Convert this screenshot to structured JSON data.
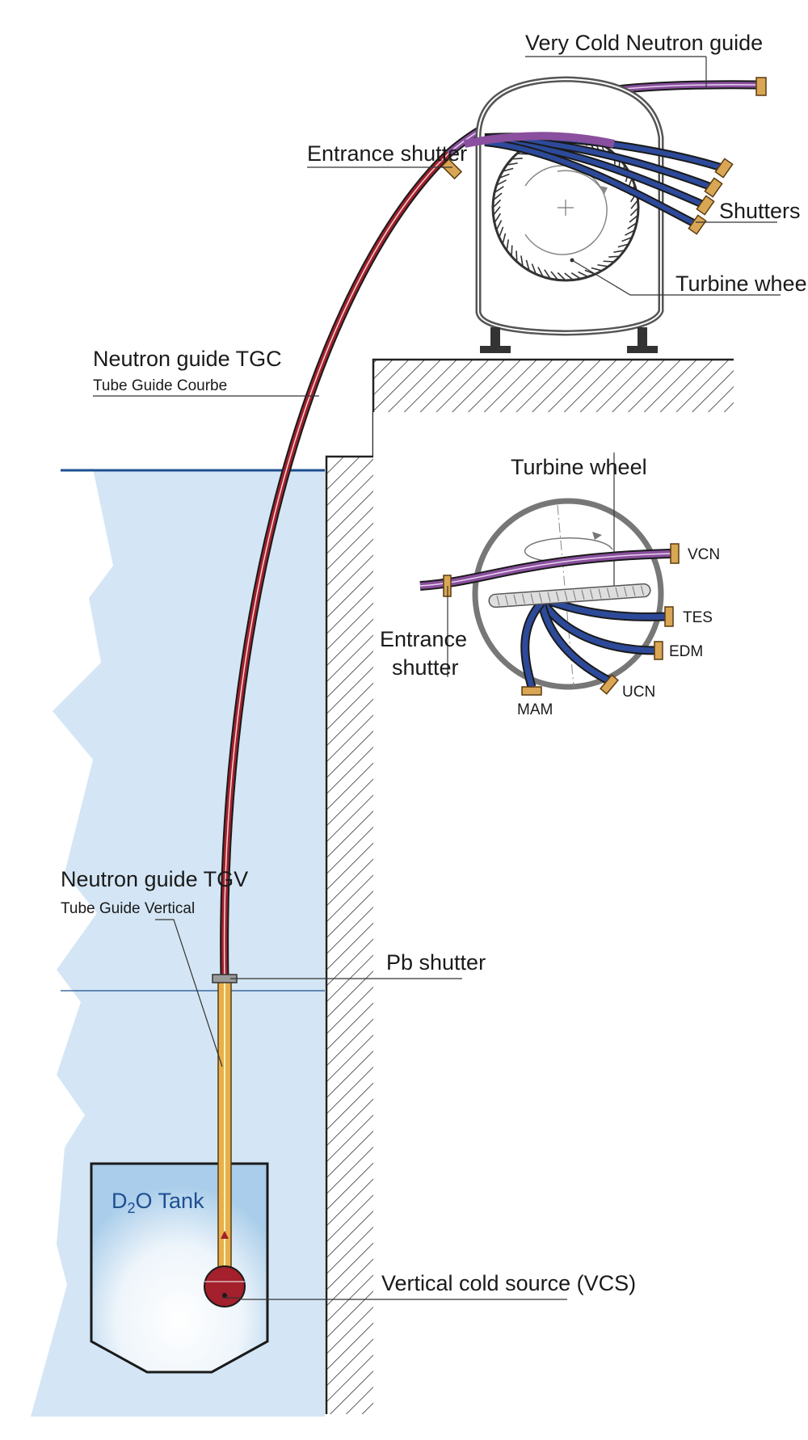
{
  "labels": {
    "very_cold_neutron_guide": "Very Cold Neutron guide",
    "entrance_shutter_top": "Entrance shutter",
    "shutters": "Shutters",
    "turbine_wheel_top": "Turbine wheel",
    "neutron_guide_tgc": "Neutron guide TGC",
    "tube_guide_courbe": "Tube Guide Courbe",
    "turbine_wheel_inset": "Turbine wheel",
    "entrance_shutter_inset_line1": "Entrance",
    "entrance_shutter_inset_line2": "shutter",
    "vcn": "VCN",
    "tes": "TES",
    "edm": "EDM",
    "ucn": "UCN",
    "mam": "MAM",
    "neutron_guide_tgv": "Neutron guide TGV",
    "tube_guide_vertical": "Tube Guide Vertical",
    "pb_shutter": "Pb shutter",
    "d2o_tank_prefix": "D",
    "d2o_tank_subscript": "2",
    "d2o_tank_suffix": "O Tank",
    "vertical_cold_source": "Vertical cold source (VCS)"
  },
  "colors": {
    "water": "#d4e6f5",
    "tank_glow": "#ffffff",
    "guide_purple": "#8a4f9e",
    "guide_red": "#a3202c",
    "guide_blue": "#2d4a9a",
    "guide_yellow": "#e8b04a",
    "shutter_tan": "#d9a655",
    "wall_hatch": "#333333",
    "tank_label": "#1d4f91"
  },
  "icons": {
    "turbine": "turbine-wheel-icon",
    "rotation": "rotation-arrow-icon",
    "shutter": "shutter-block-icon"
  }
}
